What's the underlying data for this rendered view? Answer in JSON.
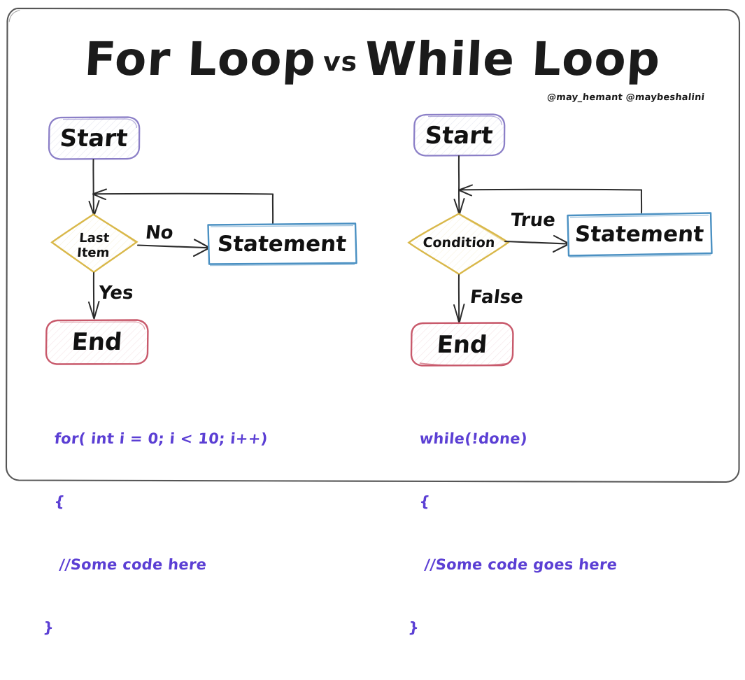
{
  "page": {
    "title_part1": "For Loop",
    "title_vs": "vs",
    "title_part2": "While Loop",
    "credits": "@may_hemant @maybeshalini",
    "background": "#ffffff",
    "frame_color": "#4a4a4a"
  },
  "palette": {
    "start_stroke": "#8b7fc7",
    "start_fill": "#f7f8fc",
    "decision_stroke": "#d9b84a",
    "decision_fill": "#fdfcf2",
    "statement_stroke": "#4a90c2",
    "statement_fill": "#ffffff",
    "end_stroke": "#c8596b",
    "end_fill": "#fdf6f7",
    "arrow": "#2b2b2b",
    "code_color": "#5b3fd4",
    "text_color": "#111111"
  },
  "diagrams": [
    {
      "id": "for-loop",
      "name": "For Loop",
      "nodes": [
        {
          "id": "start",
          "type": "terminator",
          "label": "Start"
        },
        {
          "id": "decision",
          "type": "decision",
          "label_line1": "Last",
          "label_line2": "Item"
        },
        {
          "id": "statement",
          "type": "process",
          "label": "Statement"
        },
        {
          "id": "end",
          "type": "terminator",
          "label": "End"
        }
      ],
      "edges": [
        {
          "from": "start",
          "to": "decision",
          "label": ""
        },
        {
          "from": "decision",
          "to": "statement",
          "label": "No"
        },
        {
          "from": "statement",
          "to": "decision",
          "label": ""
        },
        {
          "from": "decision",
          "to": "end",
          "label": "Yes"
        }
      ],
      "code": [
        "for( int i = 0; i < 10; i++)",
        " {",
        "   //Some code here",
        " }"
      ]
    },
    {
      "id": "while-loop",
      "name": "While Loop",
      "nodes": [
        {
          "id": "start",
          "type": "terminator",
          "label": "Start"
        },
        {
          "id": "decision",
          "type": "decision",
          "label_line1": "Condition",
          "label_line2": ""
        },
        {
          "id": "statement",
          "type": "process",
          "label": "Statement"
        },
        {
          "id": "end",
          "type": "terminator",
          "label": "End"
        }
      ],
      "edges": [
        {
          "from": "start",
          "to": "decision",
          "label": ""
        },
        {
          "from": "decision",
          "to": "statement",
          "label": "True"
        },
        {
          "from": "statement",
          "to": "decision",
          "label": ""
        },
        {
          "from": "decision",
          "to": "end",
          "label": "False"
        }
      ],
      "code": [
        "while(!done)",
        " {",
        "   //Some code goes here",
        " }"
      ]
    }
  ]
}
